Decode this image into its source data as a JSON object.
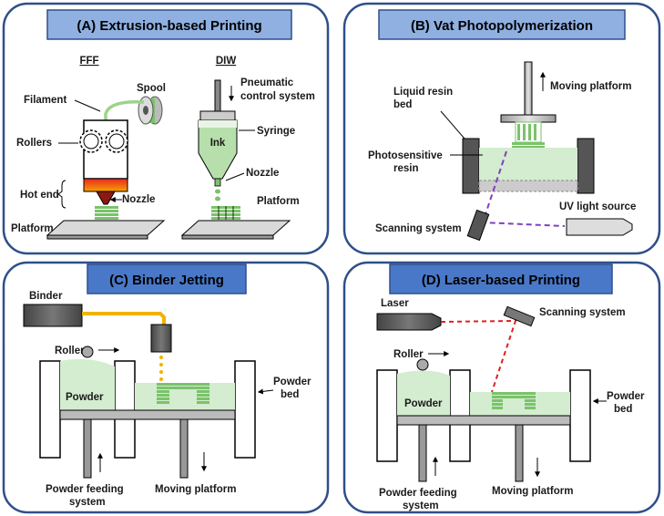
{
  "panels": {
    "a": {
      "title": "(A) Extrusion-based Printing",
      "fff": "FFF",
      "diw": "DIW",
      "spool": "Spool",
      "filament": "Filament",
      "rollers": "Rollers",
      "hot_end": "Hot end",
      "nozzle_fff": "Nozzle",
      "platform_fff": "Platform",
      "pneumatic_1": "Pneumatic",
      "pneumatic_2": "control system",
      "syringe": "Syringe",
      "ink": "Ink",
      "nozzle_diw": "Nozzle",
      "platform_diw": "Platform"
    },
    "b": {
      "title": "(B) Vat Photopolymerization",
      "moving_platform": "Moving platform",
      "liquid_resin_1": "Liquid resin",
      "liquid_resin_2": "bed",
      "photosensitive_1": "Photosensitive",
      "photosensitive_2": "resin",
      "uv_light": "UV light source",
      "scanning": "Scanning system"
    },
    "c": {
      "title": "(C) Binder Jetting",
      "binder": "Binder",
      "roller": "Roller",
      "powder": "Powder",
      "powder_bed_1": "Powder",
      "powder_bed_2": "bed",
      "feed_1": "Powder feeding",
      "feed_2": "system",
      "moving_platform": "Moving platform"
    },
    "d": {
      "title": "(D) Laser-based Printing",
      "laser": "Laser",
      "scanning": "Scanning system",
      "roller": "Roller",
      "powder": "Powder",
      "powder_bed_1": "Powder",
      "powder_bed_2": "bed",
      "feed_1": "Powder feeding",
      "feed_2": "system",
      "moving_platform": "Moving platform"
    }
  },
  "colors": {
    "panel_border": "#2f4f8a",
    "title_fill": "#8fb0e0",
    "title_fill_dark": "#4a78c8",
    "resin_green": "#d4ecd0",
    "print_green": "#7ac36a",
    "binder_yellow": "#f0b400",
    "laser_red": "#e02020",
    "uv_purple": "#8040c0",
    "hot_red": "#d8201a"
  }
}
